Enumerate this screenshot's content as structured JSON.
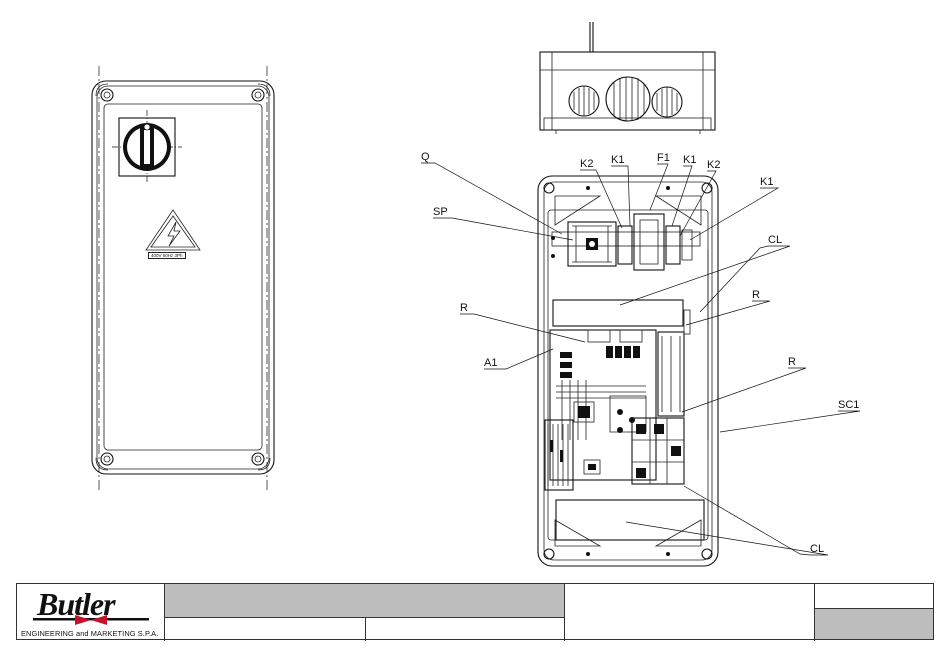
{
  "brand": {
    "name": "Butler",
    "subtitle": "ENGINEERING and MARKETING S.P.A.",
    "accent": "#c8102e"
  },
  "front_panel": {
    "voltage_plate": "400V 50Hz 3Ph"
  },
  "labels": {
    "Q": "Q",
    "SP": "SP",
    "K2a": "K2",
    "K1a": "K1",
    "F1": "F1",
    "K1b": "K1",
    "K2b": "K2",
    "K1c": "K1",
    "CLa": "CL",
    "Ra": "R",
    "Rb": "R",
    "A1": "A1",
    "Rc": "R",
    "SC1": "SC1",
    "CLb": "CL"
  },
  "colors": {
    "line": "#111111",
    "title_block_fill": "#bdbdbd"
  }
}
